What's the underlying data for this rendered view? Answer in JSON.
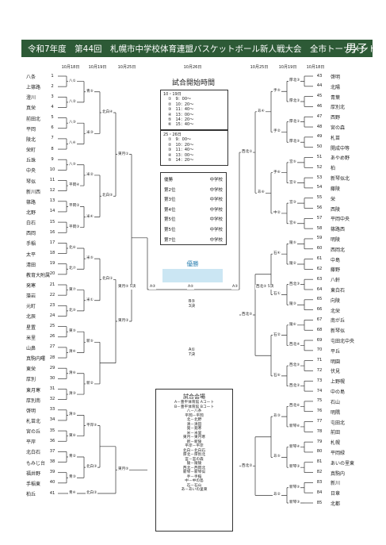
{
  "banner": {
    "title": "令和7年度　第44回　札幌市中学校体育連盟バスケットボール新人戦大会　全市トーナメント",
    "gender": "男子"
  },
  "dates": {
    "left_r1": "10月18日",
    "left_r2": "10月19日",
    "left_r3": "10月25日",
    "center": "10月26日",
    "right_r3": "10月25日",
    "right_r2": "10月19日",
    "right_r1": "10月18日"
  },
  "left_teams": [
    "八条",
    "上篠路",
    "澄川",
    "真栄",
    "前田北",
    "平岡",
    "陵北",
    "栄町",
    "丘珠",
    "中央",
    "琴似",
    "新川西",
    "篠路",
    "北野",
    "白石",
    "西岡",
    "手稲",
    "太平",
    "清田",
    "教育大附属",
    "発寒",
    "藻岩",
    "元町",
    "北辰",
    "星置",
    "米里",
    "山鼻",
    "真駒内曙",
    "東栄",
    "厚別",
    "東月寒",
    "厚別南",
    "啓明",
    "札苗北",
    "宮の丘",
    "平岸",
    "北白石",
    "もみじ台",
    "福井野",
    "手稲東",
    "柏丘"
  ],
  "right_teams": [
    "啓明",
    "北陽",
    "青葉",
    "厚別北",
    "西野",
    "宮の森",
    "札苗",
    "開成中等",
    "あやめ野",
    "柏",
    "新琴似北",
    "藤陵",
    "栄",
    "西陵",
    "平岡中央",
    "篠路西",
    "明陵",
    "西岡北",
    "中島",
    "藤野",
    "八軒",
    "東白石",
    "向陵",
    "北栄",
    "南が丘",
    "新琴似",
    "屯田北中央",
    "平丘",
    "明園",
    "伏見",
    "上野幌",
    "中の島",
    "石山",
    "明隅",
    "屯田北",
    "前田",
    "札幌",
    "平岡緑",
    "あいの里東",
    "真駒内",
    "新川",
    "日章",
    "北都"
  ],
  "left_games": [
    {
      "l": "八①"
    },
    {
      "l": "八②"
    },
    {
      "l": "八③"
    },
    {
      "l": "八④"
    },
    {
      "l": "八⑤"
    },
    {
      "l": "平岡④"
    },
    {
      "l": "平岡②"
    },
    {
      "l": "平岡③"
    },
    {
      "l": "北⑥"
    },
    {
      "l": "北⑦"
    },
    {
      "l": "東⑦"
    },
    {
      "l": "北⑤"
    },
    {
      "l": "東⑤"
    },
    {
      "l": "清④"
    },
    {
      "l": "清⑥"
    },
    {
      "l": "清③"
    },
    {
      "l": "清⑤"
    },
    {
      "l": "東⑥"
    },
    {
      "l": "青②"
    },
    {
      "l": "青③"
    },
    {
      "l": "青④"
    },
    {
      "l": "青⑤"
    },
    {
      "l": "米③"
    },
    {
      "l": "米②"
    },
    {
      "l": "米④"
    },
    {
      "l": "米⑤"
    },
    {
      "l": "米①"
    },
    {
      "l": "新⑤"
    },
    {
      "l": "新②"
    },
    {
      "l": "平岸⑤"
    },
    {
      "l": "北白③"
    },
    {
      "l": "北白②"
    },
    {
      "l": "北白④"
    },
    {
      "l": "北白⑤"
    },
    {
      "l": "北白①"
    }
  ],
  "left_r3": [
    "東月①",
    "東月②",
    "東月⑤",
    "東月②"
  ],
  "right_games": [
    {
      "l": "厚北③"
    },
    {
      "l": "厚北②"
    },
    {
      "l": "厚北①"
    },
    {
      "l": "厚北⑤"
    },
    {
      "l": "宮⑤"
    },
    {
      "l": "宮②"
    },
    {
      "l": "宮③"
    },
    {
      "l": "宮⑥"
    },
    {
      "l": "陵⑤"
    },
    {
      "l": "陵②"
    },
    {
      "l": "西北③"
    },
    {
      "l": "陵③"
    },
    {
      "l": "陵⑥"
    },
    {
      "l": "西北④"
    },
    {
      "l": "西北⑤"
    },
    {
      "l": "西北②"
    },
    {
      "l": "西北⑥"
    },
    {
      "l": "新琴⑥"
    },
    {
      "l": "新琴④"
    },
    {
      "l": "新琴②"
    },
    {
      "l": "新琴⑤"
    },
    {
      "l": "新琴③"
    },
    {
      "l": "手⑤"
    },
    {
      "l": "手②"
    },
    {
      "l": "手⑥"
    },
    {
      "l": "中②"
    },
    {
      "l": "石④"
    },
    {
      "l": "石①"
    },
    {
      "l": "石②"
    },
    {
      "l": "石⑥"
    },
    {
      "l": "あ③"
    },
    {
      "l": "あ⑤"
    },
    {
      "l": "あ②"
    },
    {
      "l": "あ④"
    },
    {
      "l": "あ⑥"
    }
  ],
  "right_r3": [
    "西北①",
    "西北⑤",
    "西北②"
  ],
  "semis": {
    "left": "東月⑤ 5決",
    "right": "西北⑤ 5決",
    "left_a": "A③",
    "right_a": "A③",
    "a_top": "A⑤"
  },
  "schedule": {
    "title": "試合開始時間",
    "day1_head": "10・19日",
    "day1": [
      "①　9：00～",
      "②　10：20～",
      "③　11：40～",
      "④　13：00～",
      "⑤　14：20～",
      "⑥　15：40～"
    ],
    "day2_head": "25・26日",
    "day2": [
      "①　9：00～",
      "②　10：20～",
      "③　11：40～",
      "④　13：00～",
      "⑤　14：20～"
    ]
  },
  "ranking": [
    {
      "r": "優勝",
      "s": "中学校"
    },
    {
      "r": "第2位",
      "s": "中学校"
    },
    {
      "r": "第3位",
      "s": "中学校"
    },
    {
      "r": "第4位",
      "s": "中学校"
    },
    {
      "r": "第5位",
      "s": "中学校"
    },
    {
      "r": "第5位",
      "s": "中学校"
    },
    {
      "r": "第7位",
      "s": "中学校"
    }
  ],
  "champion": "優勝",
  "center_games": {
    "b": "B⑤\n3決",
    "a": "A①\n7決"
  },
  "venue": {
    "title": "試合会場",
    "lines": [
      "A－豊平体育館 Aコート",
      "B－豊平体育館 Bコート",
      "八－八条",
      "平岡－平岡",
      "北－北野",
      "清－清田",
      "発－発寒",
      "米－米里",
      "東月－東月寒",
      "新－新陵",
      "平岸－平岸",
      "北白－北白石",
      "厚北－厚別北",
      "宮－宮の森",
      "陵－陵陵",
      "西北－西岡北",
      "新琴－新琴似",
      "手－手稲",
      "中－中の島",
      "石－石山",
      "あ－あいの里東"
    ]
  }
}
